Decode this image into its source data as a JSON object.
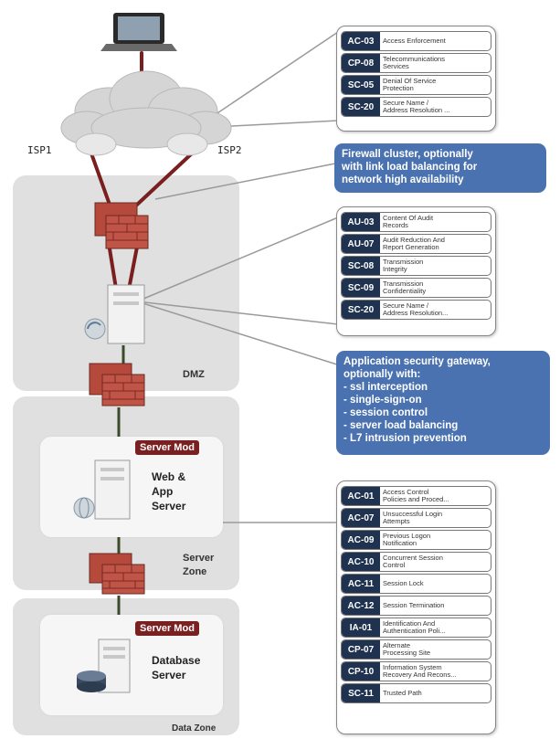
{
  "isp": {
    "left": "ISP1",
    "right": "ISP2"
  },
  "zones": {
    "dmz": "DMZ",
    "server": "Server\nZone",
    "data": "Data Zone"
  },
  "modules": {
    "web": {
      "badge": "Server Mod",
      "label": "Web &\nApp\nServer"
    },
    "db": {
      "badge": "Server Mod",
      "label": "Database\nServer"
    }
  },
  "callouts": {
    "firewall": "Firewall cluster, optionally\nwith link load balancing for\nnetwork high availability",
    "gateway": "Application security gateway,\noptionally with:\n- ssl interception\n- single-sign-on\n- session control\n- server load balancing\n- L7 intrusion prevention"
  },
  "panels": {
    "network": [
      {
        "id": "AC-03",
        "desc": "Access Enforcement"
      },
      {
        "id": "CP-08",
        "desc": "Telecommunications\nServices"
      },
      {
        "id": "SC-05",
        "desc": "Denial Of Service\nProtection"
      },
      {
        "id": "SC-20",
        "desc": "Secure Name /\nAddress Resolution ..."
      }
    ],
    "gateway": [
      {
        "id": "AU-03",
        "desc": "Content Of Audit\nRecords"
      },
      {
        "id": "AU-07",
        "desc": "Audit Reduction And\nReport Generation"
      },
      {
        "id": "SC-08",
        "desc": "Transmission\nIntegrity"
      },
      {
        "id": "SC-09",
        "desc": "Transmission\nConfidentiality"
      },
      {
        "id": "SC-20",
        "desc": "Secure Name /\nAddress Resolution..."
      }
    ],
    "server": [
      {
        "id": "AC-01",
        "desc": "Access Control\nPolicies and Proced..."
      },
      {
        "id": "AC-07",
        "desc": "Unsuccessful Login\nAttempts"
      },
      {
        "id": "AC-09",
        "desc": "Previous Logon\nNotification"
      },
      {
        "id": "AC-10",
        "desc": "Concurrent Session\nControl"
      },
      {
        "id": "AC-11",
        "desc": "Session Lock"
      },
      {
        "id": "AC-12",
        "desc": "Session Termination"
      },
      {
        "id": "IA-01",
        "desc": "Identification And\nAuthentication Poli..."
      },
      {
        "id": "CP-07",
        "desc": "Alternate\nProcessing Site"
      },
      {
        "id": "CP-10",
        "desc": "Information System\nRecovery And Recons..."
      },
      {
        "id": "SC-11",
        "desc": "Trusted Path"
      }
    ]
  },
  "colors": {
    "zone_bg": "#e0e0e0",
    "callout_bg": "#4a72b0",
    "control_id_bg": "#1f3250",
    "link_red": "#7a1f1f",
    "firewall_brick": "#b5493c"
  }
}
